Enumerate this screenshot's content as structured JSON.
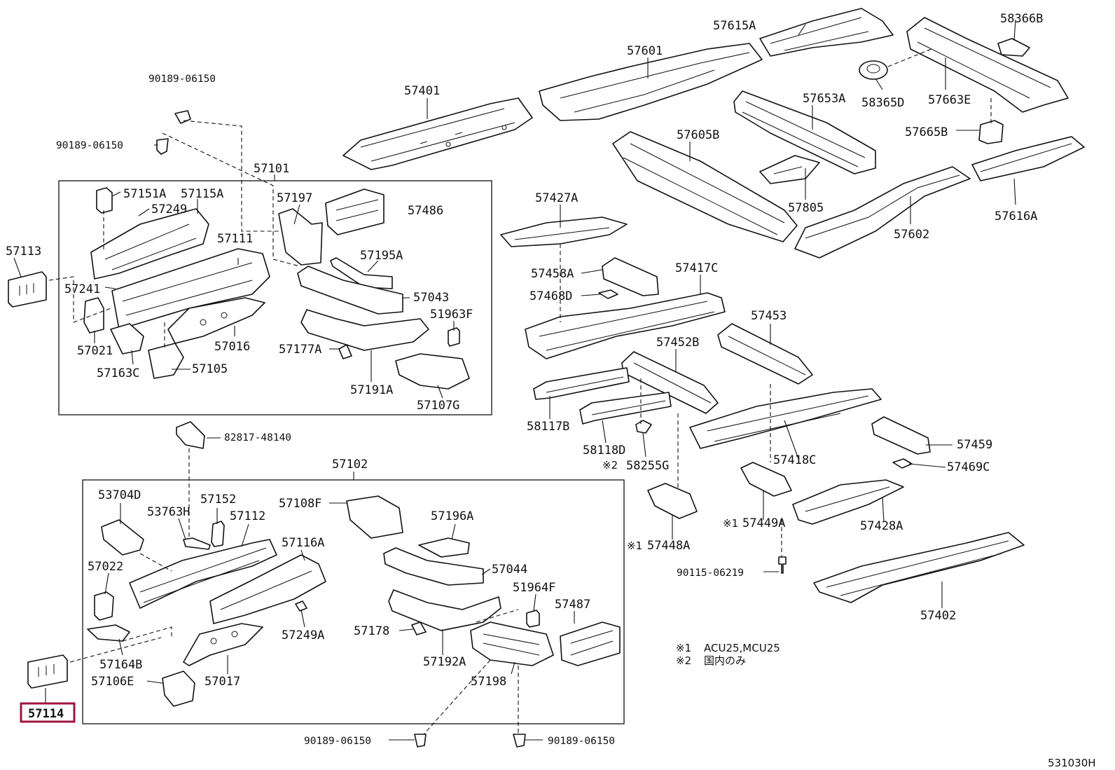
{
  "diagram_id": "531030H",
  "highlight_color": "#a0143c",
  "highlighted_part": "57114",
  "labels": {
    "p57615A": "57615A",
    "p58366B": "58366B",
    "p57601": "57601",
    "p57401": "57401",
    "p90189_06150_a": "90189-06150",
    "p90189_06150_b": "90189-06150",
    "p58365D": "58365D",
    "p57663E": "57663E",
    "p57653A": "57653A",
    "p57665B": "57665B",
    "p57605B": "57605B",
    "p57805": "57805",
    "p57602": "57602",
    "p57616A": "57616A",
    "p57101": "57101",
    "p57151A": "57151A",
    "p57115A": "57115A",
    "p57249": "57249",
    "p57197": "57197",
    "p57486": "57486",
    "p57113": "57113",
    "p57111": "57111",
    "p57195A": "57195A",
    "p57241": "57241",
    "p57043": "57043",
    "p51963F": "51963F",
    "p57021": "57021",
    "p57016": "57016",
    "p57177A": "57177A",
    "p57163C": "57163C",
    "p57105": "57105",
    "p57191A": "57191A",
    "p57107G": "57107G",
    "p57427A": "57427A",
    "p57458A": "57458A",
    "p57468D": "57468D",
    "p57417C": "57417C",
    "p57453": "57453",
    "p57452B": "57452B",
    "p58117B": "58117B",
    "p58118D": "58118D",
    "p58255G": "58255G",
    "p57418C": "57418C",
    "p57459": "57459",
    "p57469C": "57469C",
    "p82817_48140": "82817-48140",
    "p57102": "57102",
    "p53704D": "53704D",
    "p57152": "57152",
    "p57108F": "57108F",
    "p53763H": "53763H",
    "p57112": "57112",
    "p57196A": "57196A",
    "p57116A": "57116A",
    "p57022": "57022",
    "p57044": "57044",
    "p51964F": "51964F",
    "p57487": "57487",
    "p57249A": "57249A",
    "p57178": "57178",
    "p57164B": "57164B",
    "p57192A": "57192A",
    "p57106E": "57106E",
    "p57017": "57017",
    "p57198": "57198",
    "p57114": "57114",
    "p57448A": "57448A",
    "p57449A": "57449A",
    "p57428A": "57428A",
    "p90115_06219": "90115-06219",
    "p57402": "57402",
    "p90189_06150_c": "90189-06150",
    "p90189_06150_d": "90189-06150",
    "mark1": "※1",
    "mark2": "※2"
  },
  "notes": [
    {
      "mark": "※1",
      "text": "ACU25,MCU25"
    },
    {
      "mark": "※2",
      "text": "国内のみ"
    }
  ]
}
